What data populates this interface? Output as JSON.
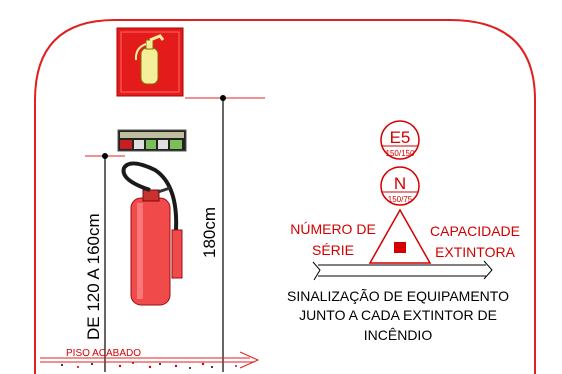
{
  "colors": {
    "red": "#d40000",
    "frame": "#e02020",
    "sign_bg": "#e31b1b",
    "extinguisher_label": "#f3ef9a",
    "black": "#000000",
    "cylinder": "#f04a4a"
  },
  "icons": {
    "extinguisher_sign": "fire-extinguisher-sign-icon",
    "class_label": "fire-class-label-icon",
    "extinguisher": "fire-extinguisher-icon"
  },
  "dimensions": {
    "left_height": "DE 120 A 160cm",
    "right_height": "180cm"
  },
  "floor": {
    "label": "PISO ACABADO"
  },
  "symbol": {
    "top_circle_main": "E5",
    "top_circle_sub": "150/150",
    "mid_circle_main": "N",
    "mid_circle_sub": "150/75",
    "left_label_line1": "NÚMERO DE",
    "left_label_line2": "SÉRIE",
    "right_label_line1": "CAPACIDADE",
    "right_label_line2": "EXTINTORA"
  },
  "caption": {
    "line1": "SINALIZAÇÃO DE EQUIPAMENTO",
    "line2": "JUNTO A CADA EXTINTOR DE",
    "line3": "INCÊNDIO"
  }
}
